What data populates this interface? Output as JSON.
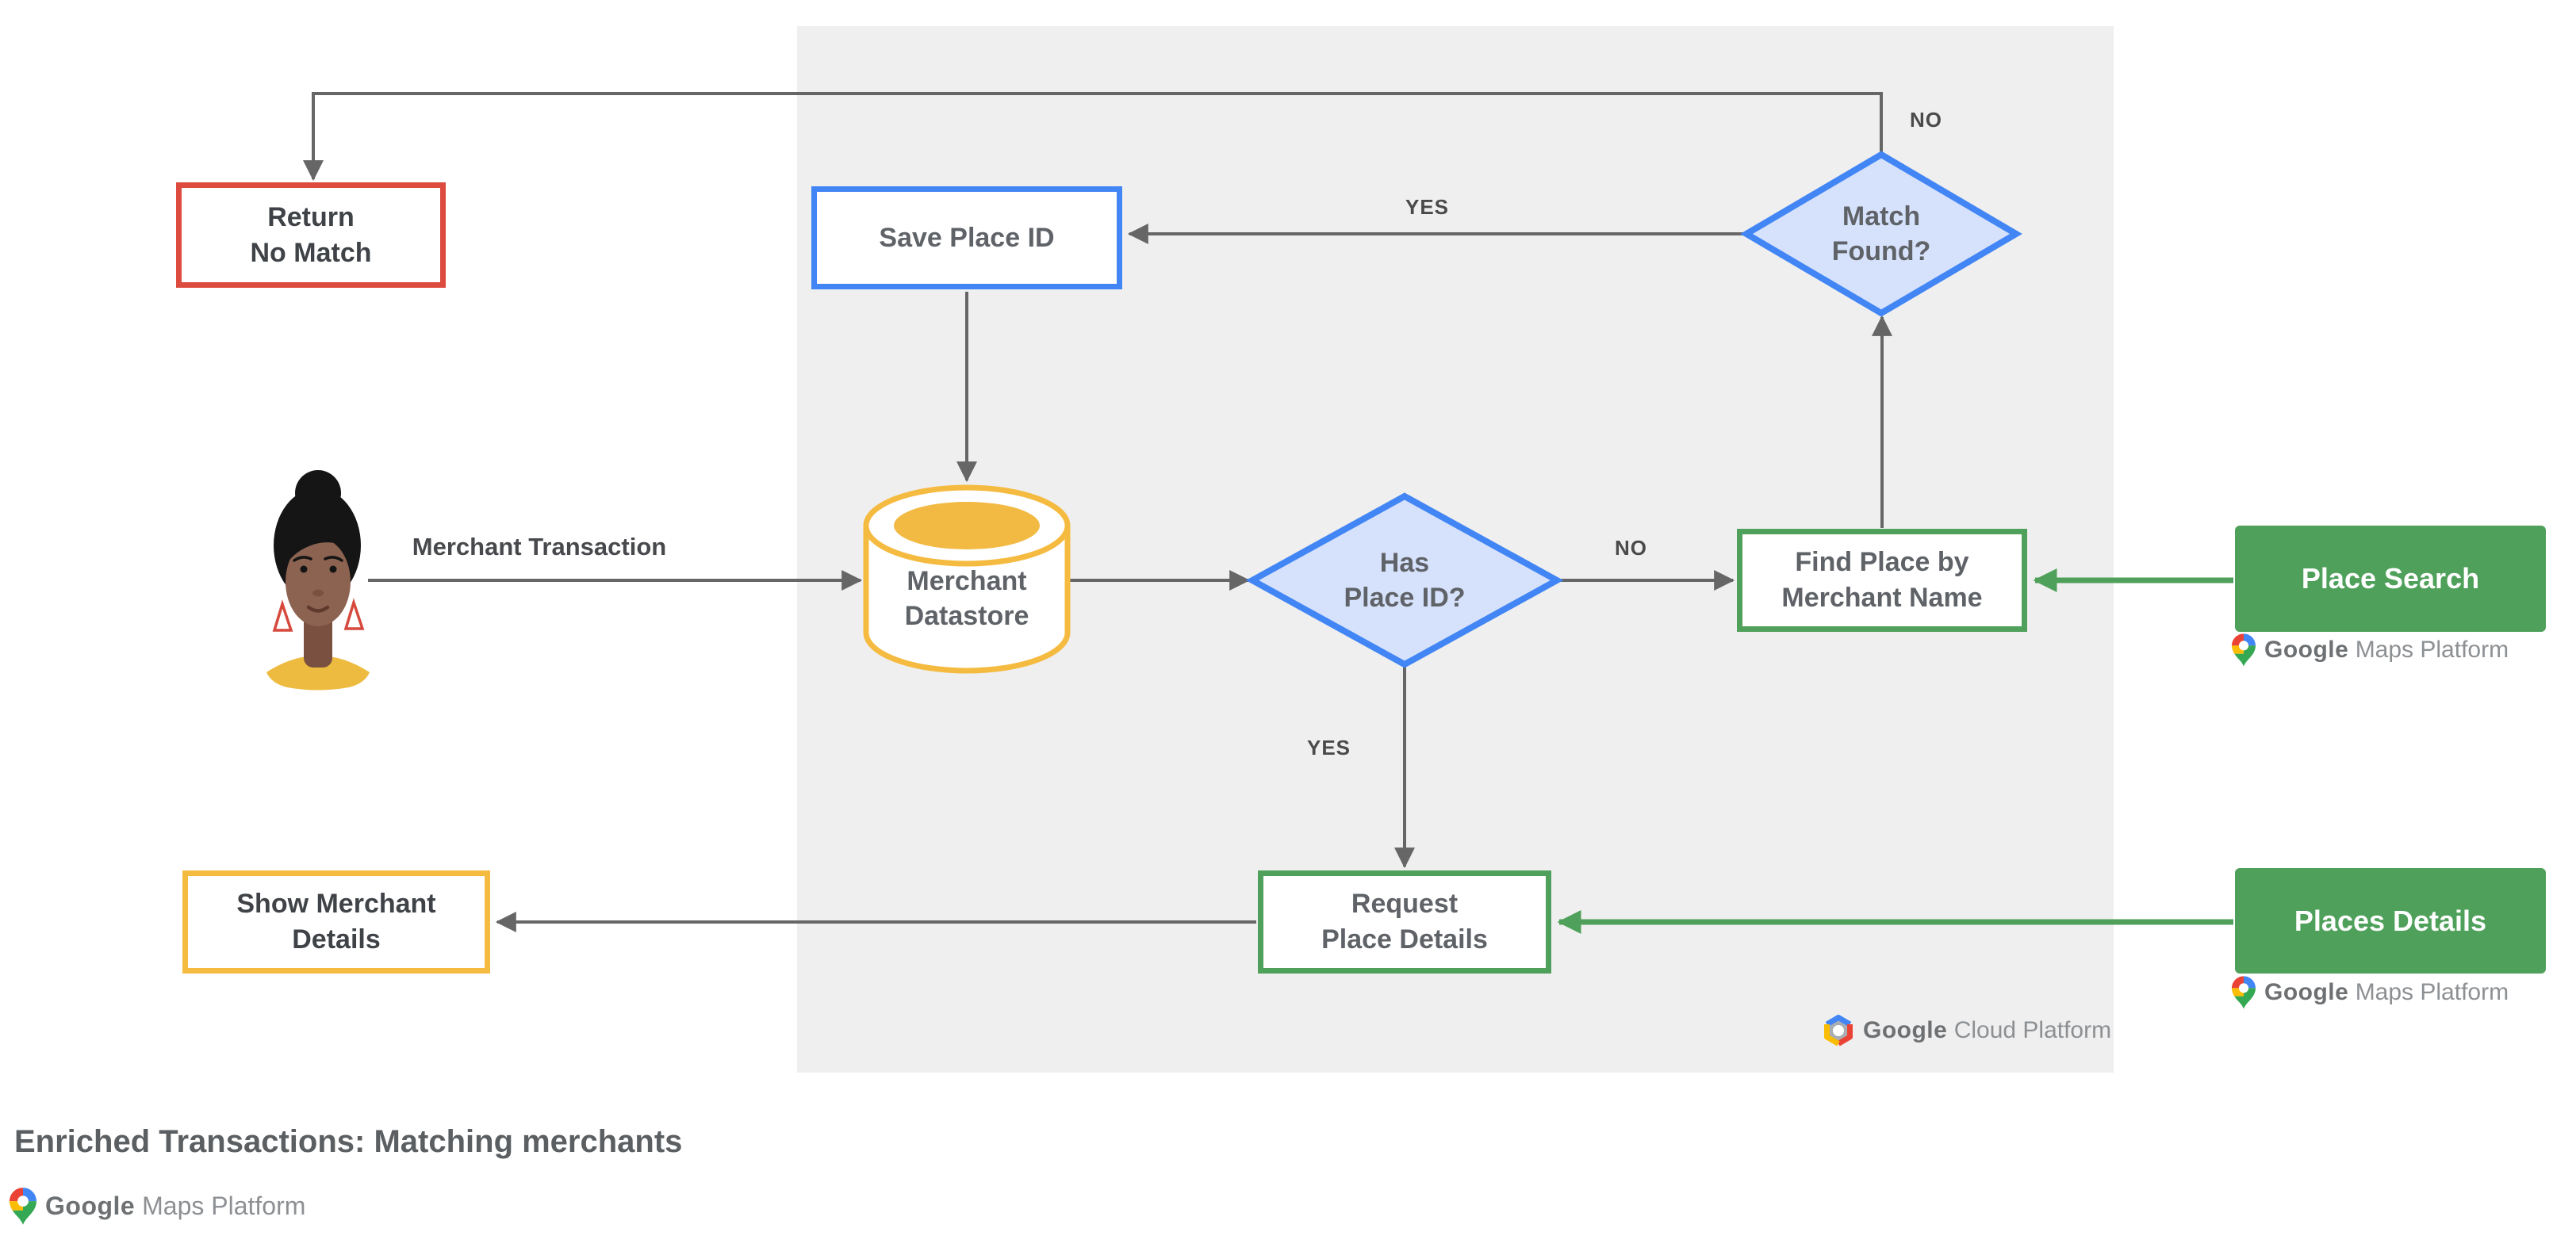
{
  "title": "Enriched Transactions: Matching merchants",
  "nodes": {
    "return_no_match": {
      "label": "Return\nNo Match"
    },
    "save_place_id": {
      "label": "Save Place ID"
    },
    "merchant_datastore": {
      "label": "Merchant\nDatastore"
    },
    "has_place_id": {
      "label": "Has\nPlace ID?"
    },
    "match_found": {
      "label": "Match\nFound?"
    },
    "find_place": {
      "label": "Find Place by\nMerchant Name"
    },
    "request_place_details": {
      "label": "Request\nPlace Details"
    },
    "show_merchant_details": {
      "label": "Show Merchant\nDetails"
    },
    "place_search": {
      "label": "Place Search"
    },
    "places_details": {
      "label": "Places Details"
    }
  },
  "edge_labels": {
    "match_no": "NO",
    "match_yes": "YES",
    "has_no": "NO",
    "has_yes": "YES"
  },
  "actor": {
    "label": "Merchant Transaction"
  },
  "logos": {
    "gmp": {
      "brand": "Google",
      "product": "Maps Platform"
    },
    "gcp": {
      "brand": "Google",
      "product": "Cloud Platform"
    }
  },
  "colors": {
    "red": "#DD4B3E",
    "blue": "#4285F4",
    "blue_fill": "#D6E2FB",
    "yellow": "#F5BB41",
    "green": "#4FA05A",
    "connector_gray": "#666666",
    "panel_bg": "#EFEFEF",
    "label_gray": "#5F6368",
    "label_dark": "#3F4347"
  }
}
